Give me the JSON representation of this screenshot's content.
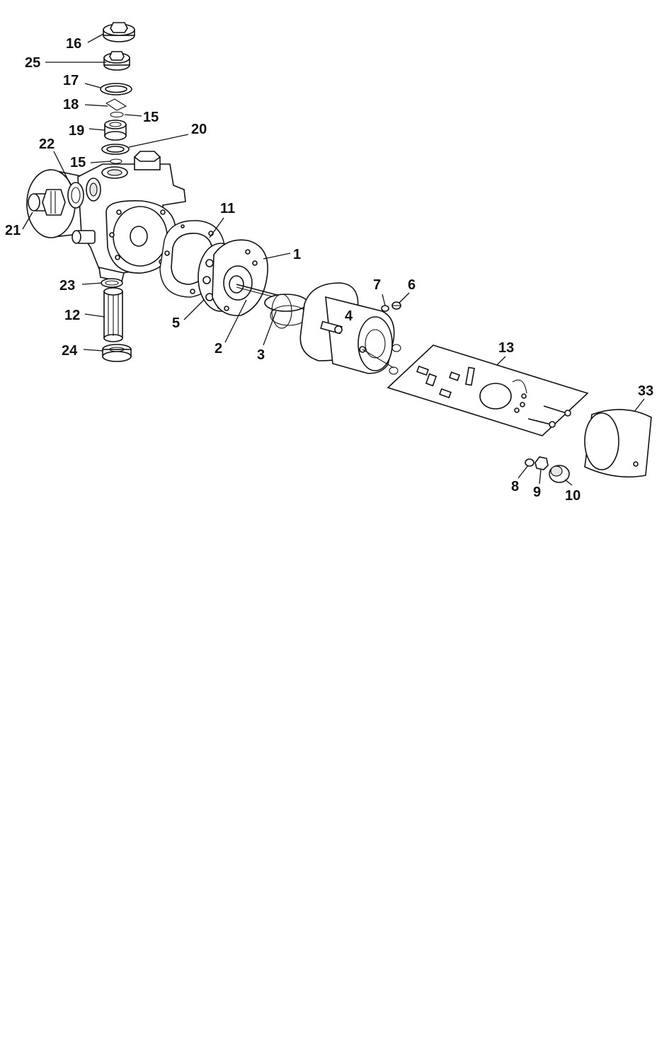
{
  "diagram": {
    "type": "exploded-parts-view",
    "callouts": [
      {
        "id": "c16",
        "label": "16"
      },
      {
        "id": "c25",
        "label": "25"
      },
      {
        "id": "c17",
        "label": "17"
      },
      {
        "id": "c18",
        "label": "18"
      },
      {
        "id": "c15a",
        "label": "15"
      },
      {
        "id": "c19",
        "label": "19"
      },
      {
        "id": "c20",
        "label": "20"
      },
      {
        "id": "c22",
        "label": "22"
      },
      {
        "id": "c15b",
        "label": "15"
      },
      {
        "id": "c21",
        "label": "21"
      },
      {
        "id": "c11",
        "label": "11"
      },
      {
        "id": "c1",
        "label": "1"
      },
      {
        "id": "c23",
        "label": "23"
      },
      {
        "id": "c12",
        "label": "12"
      },
      {
        "id": "c24",
        "label": "24"
      },
      {
        "id": "c5",
        "label": "5"
      },
      {
        "id": "c2",
        "label": "2"
      },
      {
        "id": "c3",
        "label": "3"
      },
      {
        "id": "c4",
        "label": "4"
      },
      {
        "id": "c7",
        "label": "7"
      },
      {
        "id": "c6",
        "label": "6"
      },
      {
        "id": "c13",
        "label": "13"
      },
      {
        "id": "c33",
        "label": "33"
      },
      {
        "id": "c8",
        "label": "8"
      },
      {
        "id": "c9",
        "label": "9"
      },
      {
        "id": "c10",
        "label": "10"
      }
    ]
  }
}
